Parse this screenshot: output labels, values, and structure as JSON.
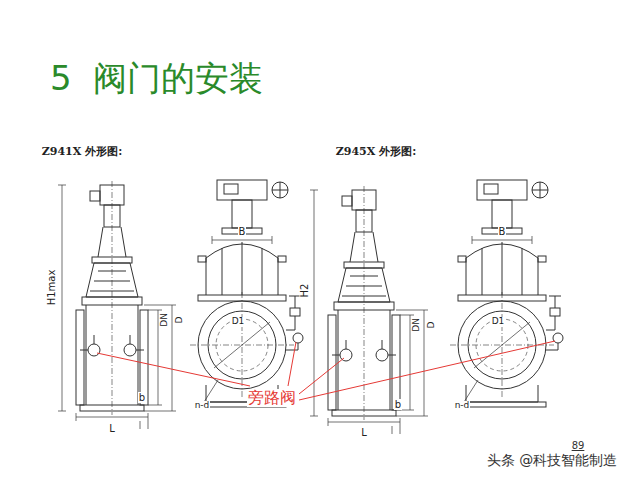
{
  "diagram": {
    "title": "5  阀门的安装",
    "labels": [
      "Z941X 外形图:",
      "H1max",
      "DN",
      "D",
      "b",
      "L",
      "B",
      "D1",
      "n-d",
      "Z945X 外形图:",
      "H2",
      "DN",
      "D",
      "b",
      "L",
      "B",
      "D1",
      "n-d",
      "旁路阀",
      "89",
      "头条 @科技智能制造"
    ]
  }
}
